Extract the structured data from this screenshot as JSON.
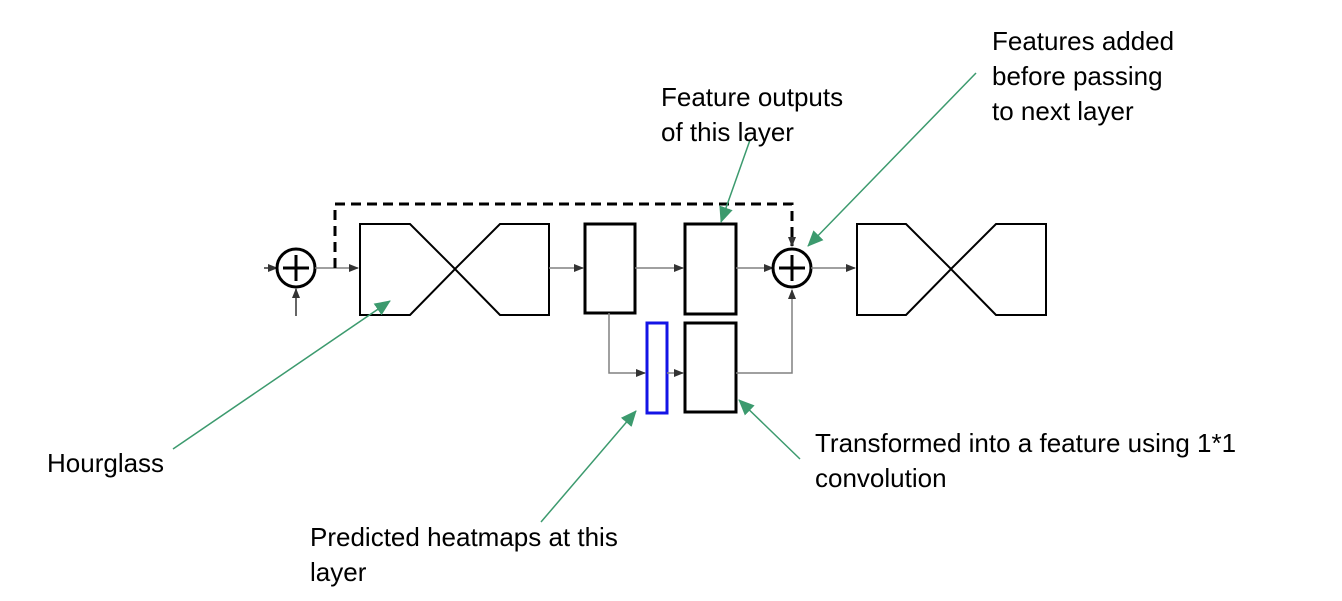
{
  "colors": {
    "stroke": "#000000",
    "connector": "#808080",
    "pointer": "#3c9a6e",
    "heatmap": "#1414e6",
    "background": "#ffffff"
  },
  "labels": {
    "features_added": [
      "Features added",
      "before passing",
      "to next layer"
    ],
    "feature_outputs": [
      "Feature outputs",
      "of this layer"
    ],
    "hourglass": [
      "Hourglass"
    ],
    "transformed": [
      "Transformed into a feature using 1*1",
      "convolution"
    ],
    "predicted_heatmaps": [
      "Predicted heatmaps at this",
      "layer"
    ]
  }
}
